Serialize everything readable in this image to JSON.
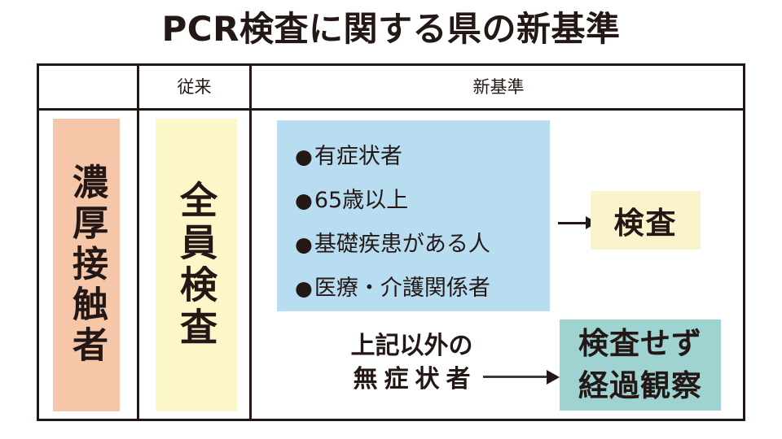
{
  "title": "PCR検査に関する県の新基準",
  "table": {
    "headers": {
      "blank": "",
      "old": "従来",
      "new": "新基準"
    },
    "row_label": "濃厚接触者",
    "old_policy": "全員検査",
    "new_policy": {
      "criteria_box": {
        "bullet": "●",
        "items": [
          "有症状者",
          "65歳以上",
          "基礎疾患がある人",
          "医療・介護関係者"
        ],
        "background_color": "#B8DCF0"
      },
      "criteria_result": {
        "label": "検査",
        "background_color": "#FAF4CC"
      },
      "other_case": {
        "line1": "上記以外の",
        "line2": "無症状者"
      },
      "other_result": {
        "line1": "検査せず",
        "line2": "経過観察",
        "background_color": "#9ED3D2"
      }
    }
  },
  "colors": {
    "ink": "#231815",
    "contact_cell": "#F6C6A8",
    "all_check_cell": "#FCF7C8",
    "criteria_blue": "#B8DCF0",
    "result_yellow": "#FAF4CC",
    "result_teal": "#9ED3D2",
    "page_background": "#FFFFFF"
  }
}
